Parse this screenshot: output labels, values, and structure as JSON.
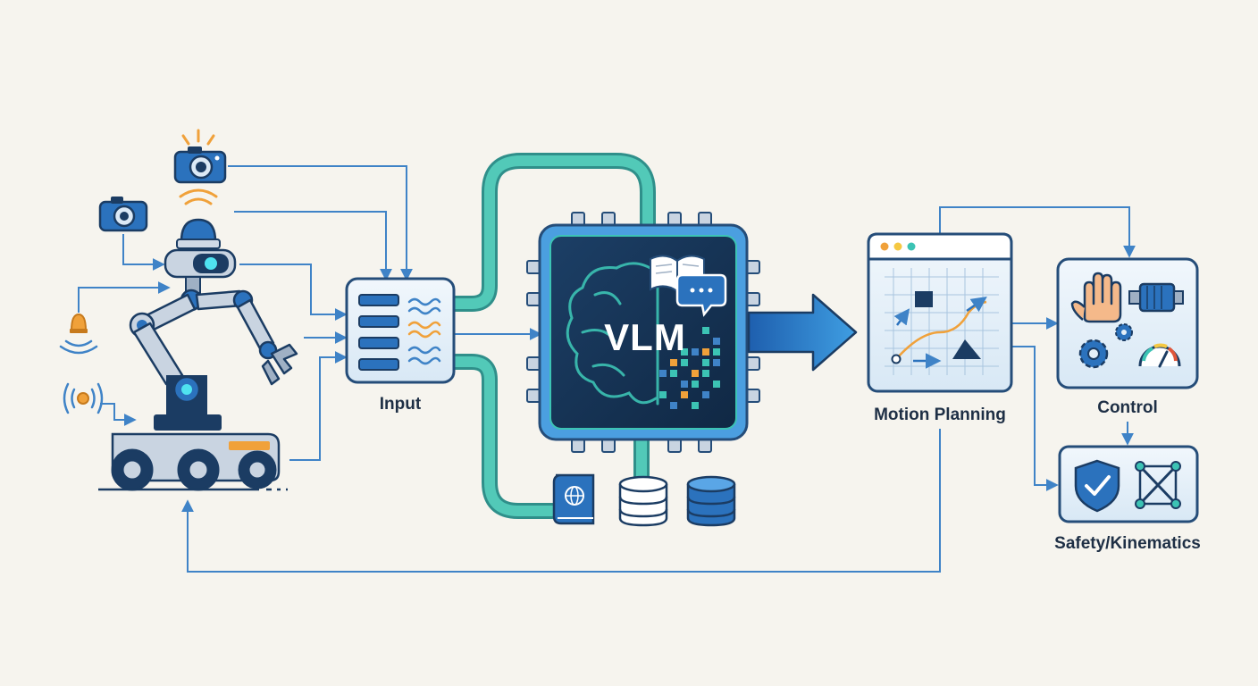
{
  "diagram": {
    "nodes": {
      "input": {
        "label": "Input",
        "icon": "data-stream-icon"
      },
      "vlm": {
        "label": "VLM",
        "icon": "brain-chip-icon"
      },
      "motion_planning": {
        "label": "Motion Planning",
        "icon": "trajectory-chart-icon"
      },
      "control": {
        "label": "Control",
        "icon": "hand-motor-gauge-icon"
      },
      "safety": {
        "label": "Safety/Kinematics",
        "icon": "shield-joint-icon"
      }
    },
    "sources": [
      "camera-icon",
      "camera-icon",
      "lidar-sensor-icon",
      "beacon-icon",
      "wireless-sensor-icon",
      "robot-arm-icon"
    ],
    "knowledge": [
      "web-book-icon",
      "database-icon",
      "database-icon"
    ],
    "edges": [
      "sensors -> input",
      "input -> vlm",
      "knowledge -> vlm",
      "vlm -> motion_planning",
      "motion_planning -> control",
      "motion_planning -> safety",
      "control -> safety",
      "motion_planning -> robot"
    ]
  },
  "colors": {
    "background": "#f6f4ee",
    "line_blue": "#3f83c7",
    "teal": "#45c3b4",
    "chip_dark": "#17365a",
    "panel_fill": "#e4eff8",
    "panel_stroke": "#254d79",
    "orange": "#f0a13a"
  }
}
